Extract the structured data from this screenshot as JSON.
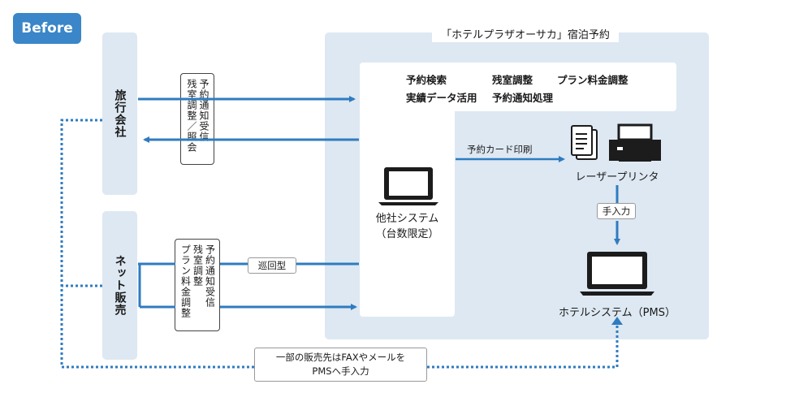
{
  "header": {
    "badge": "Before"
  },
  "channels": {
    "agency": "旅行会社",
    "net": "ネット販売"
  },
  "hotel": {
    "title": "「ホテルプラザオーサカ」宿泊予約",
    "features": {
      "search": "予約検索",
      "inventory": "残室調整",
      "plan_price": "プラン料金調整",
      "data_use": "実績データ活用",
      "notify": "予約通知処理"
    },
    "other_system": {
      "label_line1": "他社システム",
      "label_line2": "（台数限定）"
    },
    "card_print": "予約カード印刷",
    "printer": "レーザープリンタ",
    "manual_input": "手入力",
    "pms": "ホテルシステム（PMS）"
  },
  "agency_box": {
    "col1": "残室調整／照会",
    "col2": "予約通知受信"
  },
  "net_box": {
    "col1": "プラン料金調整",
    "col2": "残室調整",
    "col3": "予約通知受信"
  },
  "patrol": "巡回型",
  "note": {
    "line1": "一部の販売先はFAXやメールを",
    "line2": "PMSへ手入力"
  },
  "colors": {
    "accent": "#3a86c8",
    "panel": "#dde8f2",
    "arrow": "#2f7bc0"
  }
}
